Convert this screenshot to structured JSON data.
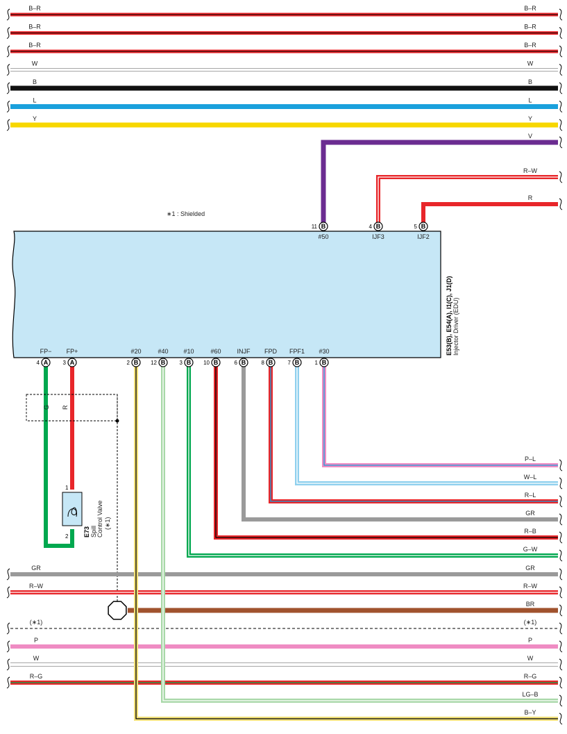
{
  "note": "∗1 : Shielded",
  "ecu": {
    "title_line1": "E53(B), E54(A), I1(C), J1(D)",
    "title_line2": "Injector Driver (EDU)",
    "top_pins": [
      {
        "pin": "11",
        "conn": "B",
        "name": "#50"
      },
      {
        "pin": "4",
        "conn": "B",
        "name": "IJF3"
      },
      {
        "pin": "5",
        "conn": "B",
        "name": "IJF2"
      }
    ],
    "bottom_pins": [
      {
        "pin": "4",
        "conn": "A",
        "name": "FP−"
      },
      {
        "pin": "3",
        "conn": "A",
        "name": "FP+"
      },
      {
        "pin": "2",
        "conn": "B",
        "name": "#20"
      },
      {
        "pin": "12",
        "conn": "B",
        "name": "#40"
      },
      {
        "pin": "3",
        "conn": "B",
        "name": "#10"
      },
      {
        "pin": "10",
        "conn": "B",
        "name": "#60"
      },
      {
        "pin": "6",
        "conn": "B",
        "name": "INJF"
      },
      {
        "pin": "8",
        "conn": "B",
        "name": "FPD"
      },
      {
        "pin": "7",
        "conn": "B",
        "name": "FPF1"
      },
      {
        "pin": "1",
        "conn": "B",
        "name": "#30"
      }
    ]
  },
  "valve": {
    "id": "E73",
    "name1": "Spill",
    "name2": "Control Valve",
    "note": "(∗1)",
    "pin1": "1",
    "pin2": "2",
    "wire_g": "G",
    "wire_r": "R"
  },
  "top_wires": [
    {
      "left": "B–R",
      "right": "B–R",
      "color": "#e8262a",
      "stripe": "#000000"
    },
    {
      "left": "B–R",
      "right": "B–R",
      "color": "#e8262a",
      "stripe": "#000000"
    },
    {
      "left": "B–R",
      "right": "B–R",
      "color": "#e8262a",
      "stripe": "#000000"
    },
    {
      "left": "W",
      "right": "W",
      "color": "#ffffff",
      "stripe": ""
    },
    {
      "left": "B",
      "right": "B",
      "color": "#111111",
      "stripe": ""
    },
    {
      "left": "L",
      "right": "L",
      "color": "#1aa0dc",
      "stripe": ""
    },
    {
      "left": "Y",
      "right": "Y",
      "color": "#f7d700",
      "stripe": ""
    }
  ],
  "upper_right_wires": [
    {
      "label": "V",
      "color": "#6b2c91",
      "stripe": ""
    },
    {
      "label": "R–W",
      "color": "#e8262a",
      "stripe": "#ffffff"
    },
    {
      "label": "R",
      "color": "#e8262a",
      "stripe": ""
    }
  ],
  "lower_right_wires": [
    {
      "label": "P–L",
      "color": "#ef8cc3",
      "stripe": "#1aa0dc"
    },
    {
      "label": "W–L",
      "color": "#8fd0ee",
      "stripe": "#ffffff"
    },
    {
      "label": "R–L",
      "color": "#e8262a",
      "stripe": "#1aa0dc"
    },
    {
      "label": "GR",
      "color": "#9a9a9a",
      "stripe": ""
    },
    {
      "label": "R–B",
      "color": "#e8262a",
      "stripe": "#000000"
    },
    {
      "label": "G–W",
      "color": "#00a84f",
      "stripe": "#ffffff"
    }
  ],
  "bottom_wires": [
    {
      "left": "GR",
      "right": "GR",
      "color": "#9a9a9a",
      "stripe": ""
    },
    {
      "left": "R–W",
      "right": "R–W",
      "color": "#e8262a",
      "stripe": "#ffffff"
    },
    {
      "left": "",
      "right": "BR",
      "color": "#a0522d",
      "stripe": ""
    },
    {
      "left": "(∗1)",
      "right": "(∗1)",
      "color": "dashed",
      "stripe": ""
    },
    {
      "left": "P",
      "right": "P",
      "color": "#ef8cc3",
      "stripe": ""
    },
    {
      "left": "W",
      "right": "W",
      "color": "#ffffff",
      "stripe": ""
    },
    {
      "left": "R–G",
      "right": "R–G",
      "color": "#e8262a",
      "stripe": "#00a84f"
    },
    {
      "left": "",
      "right": "LG–B",
      "color": "#a8d8a8",
      "stripe": "#ffffff"
    },
    {
      "left": "",
      "right": "B–Y",
      "color": "#f3e27a",
      "stripe": "#000000"
    }
  ]
}
